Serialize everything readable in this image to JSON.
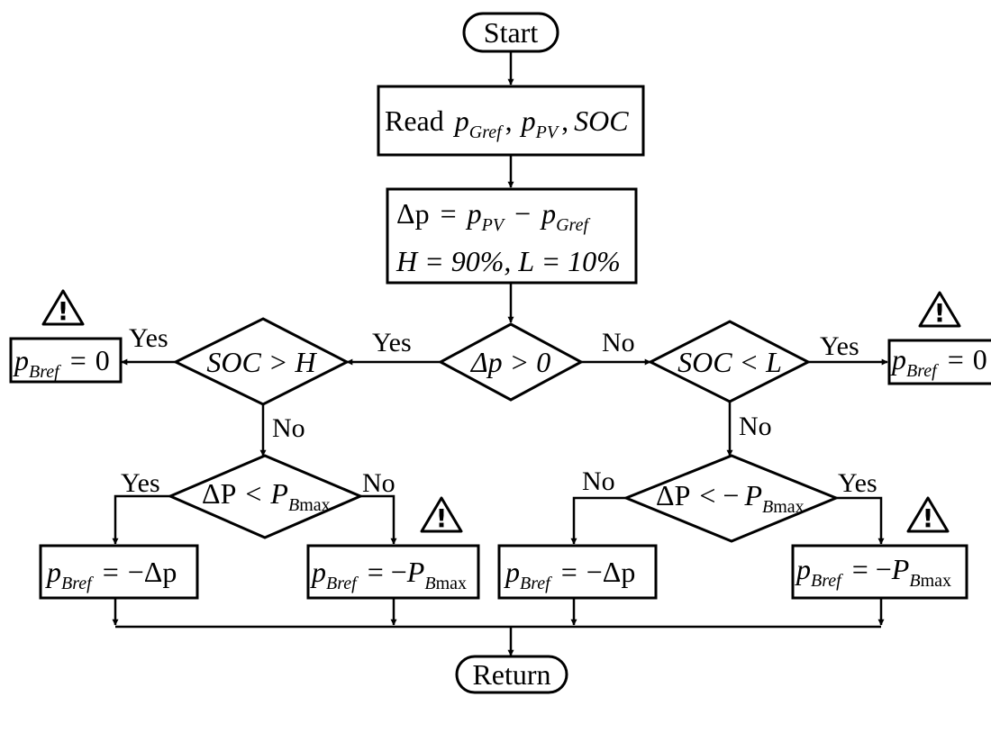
{
  "nodes": {
    "start": "Start",
    "read": {
      "prefix": "Read",
      "p": "p",
      "gref": "Gref",
      "sep": ",",
      "pv": "PV",
      "soc": "SOC"
    },
    "calc": {
      "delta_p": "Δp",
      "eq": "=",
      "p": "p",
      "pv": "PV",
      "minus": "−",
      "gref": "Gref",
      "h_line": "H = 90%, L = 10%"
    },
    "dec_center": "Δp > 0",
    "dec_left": "SOC > H",
    "dec_right": "SOC < L",
    "dec_left2": {
      "lhs": "ΔP",
      "op": "<",
      "P": "P",
      "sub": "B",
      "max": "max"
    },
    "dec_right2": {
      "lhs": "ΔP",
      "op": "< −",
      "P": "P",
      "sub": "B",
      "max": "max"
    },
    "pbref": {
      "p": "p",
      "sub": "Bref",
      "eq": "="
    },
    "out_zero_value": "0",
    "out_neg_dp_value": "−Δp",
    "out_neg_pmax": {
      "neg": "−",
      "P": "P",
      "sub": "B",
      "max": "max"
    },
    "return": "Return"
  },
  "labels": {
    "yes": "Yes",
    "no": "No"
  },
  "icons": {
    "warning": "warning-icon",
    "warning_glyph": "!"
  }
}
